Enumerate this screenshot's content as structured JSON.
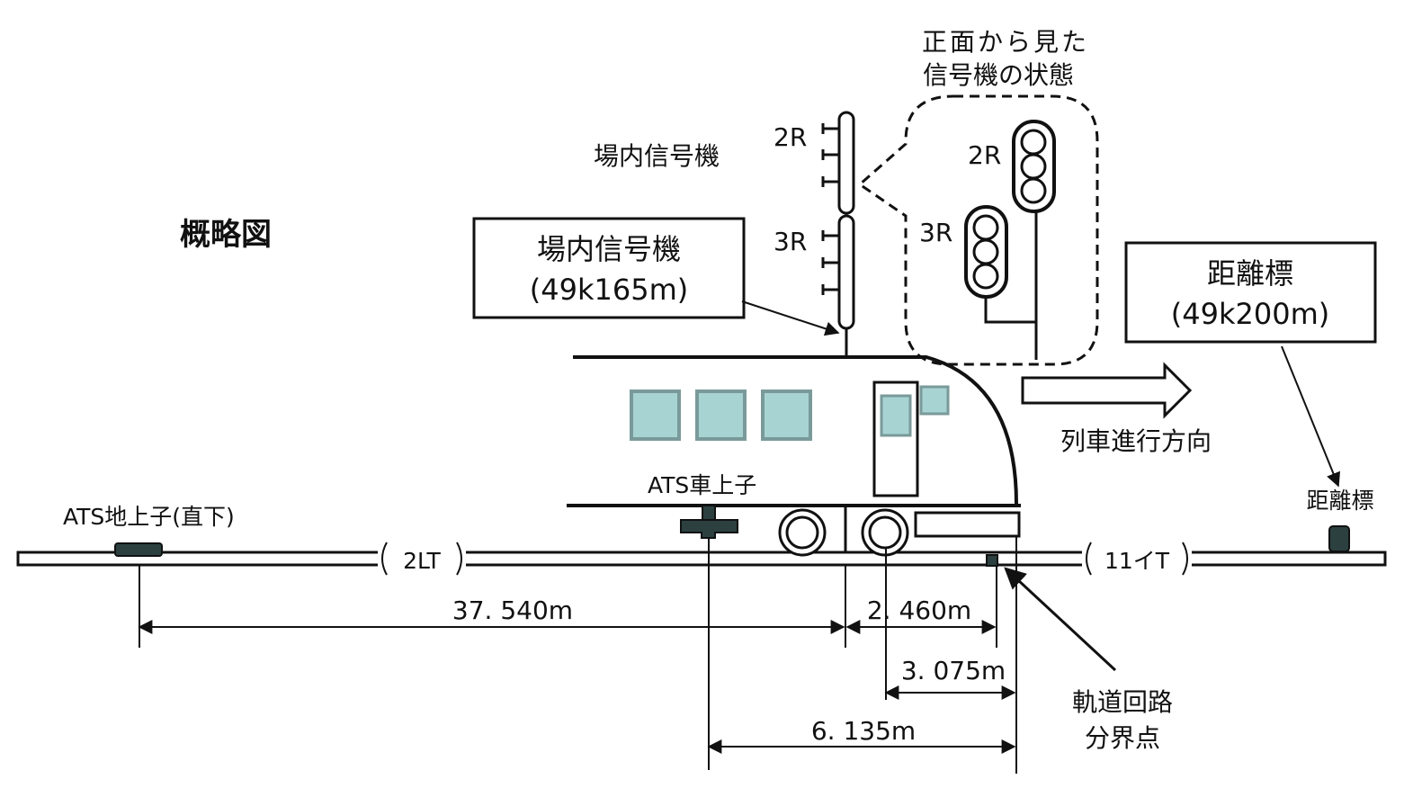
{
  "title": "概略図",
  "view_label": {
    "line1": "正面から見た",
    "line2": "信号機の状態"
  },
  "signal_name_label": "場内信号機",
  "signal_box": {
    "name": "場内信号機",
    "km": "(49k165m)"
  },
  "signal_ids": {
    "upper": "2R",
    "lower": "3R"
  },
  "detail_ids": {
    "upper": "2R",
    "lower": "3R"
  },
  "distance_post_box": {
    "name": "距離標",
    "km": "(49k200m)"
  },
  "distance_post_label": "距離標",
  "direction_label": "列車進行方向",
  "ats_onboard_label": "ATS車上子",
  "ats_ground_label": "ATS地上子(直下)",
  "track_circuits": {
    "left": "2LT",
    "right": "11イT"
  },
  "boundary_label": {
    "line1": "軌道回路",
    "line2": "分界点"
  },
  "dimensions": {
    "d1": "37. 540m",
    "d2": "2. 460m",
    "d3": "3. 075m",
    "d4": "6. 135m"
  },
  "colors": {
    "window_fill": "#a8d3d3",
    "window_stroke": "#7a9a9a",
    "device_fill": "#2c4040",
    "line": "#111111"
  }
}
